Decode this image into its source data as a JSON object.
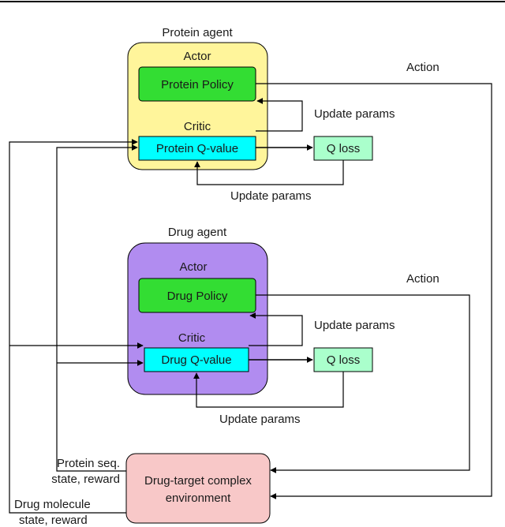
{
  "protein_agent": {
    "title": "Protein agent",
    "actor_label": "Actor",
    "critic_label": "Critic",
    "policy": "Protein Policy",
    "qvalue": "Protein Q-value",
    "qloss": "Q loss",
    "update_params_upper": "Update params",
    "update_params_lower": "Update params",
    "action_label": "Action"
  },
  "drug_agent": {
    "title": "Drug agent",
    "actor_label": "Actor",
    "critic_label": "Critic",
    "policy": "Drug Policy",
    "qvalue": "Drug Q-value",
    "qloss": "Q loss",
    "update_params_upper": "Update params",
    "update_params_lower": "Update params",
    "action_label": "Action"
  },
  "environment": {
    "line1": "Drug-target complex",
    "line2": "environment"
  },
  "signals": {
    "protein_line1": "Protein seq.",
    "protein_line2": "state, reward",
    "drug_line1": "Drug molecule",
    "drug_line2": "state, reward"
  },
  "colors": {
    "protein_panel": "#fff59b",
    "drug_panel": "#b18cf0",
    "policy_fill": "#33dd33",
    "qvalue_fill": "#00ffff",
    "qloss_fill": "#aaffcc",
    "environment_fill": "#f8c8c8"
  }
}
